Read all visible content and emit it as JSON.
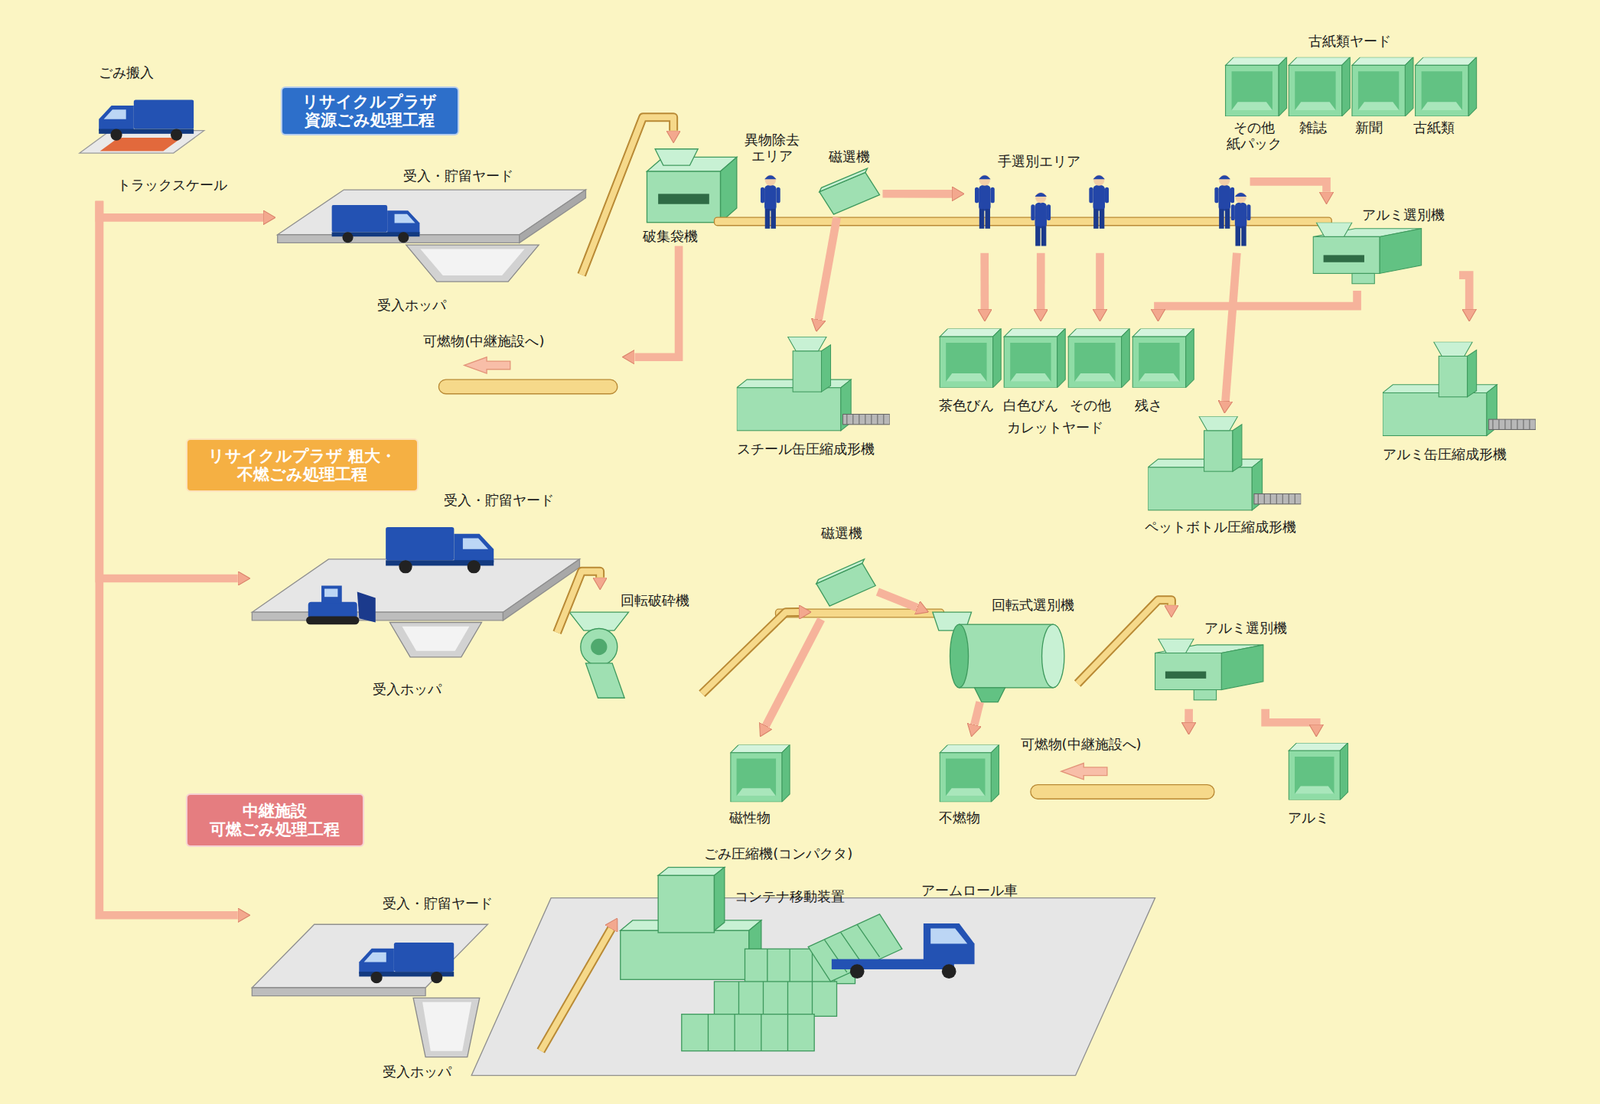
{
  "diagram": {
    "nodes": [
      {
        "text": [
          "ごみ搬入",
          "トラックスケール"
        ]
      },
      {
        "text": [
          "リサイクルプラザ 資源ごみ処理工程"
        ]
      },
      {
        "text": [
          "受入・貯留ヤード",
          "受入ホッパ"
        ]
      },
      {
        "text": [
          "破集袋機"
        ]
      },
      {
        "text": [
          "異物除去 エリア"
        ]
      },
      {
        "text": [
          "磁選機"
        ]
      },
      {
        "text": [
          "手選別エリア"
        ]
      },
      {
        "text": [
          "アルミ選別機"
        ]
      },
      {
        "text": [
          "古紙類ヤード",
          "その他 紙パック",
          "雑誌",
          "新聞",
          "古紙類"
        ]
      },
      {
        "text": [
          "可燃物(中継施設へ)"
        ]
      },
      {
        "text": [
          "スチール缶圧縮成形機"
        ]
      },
      {
        "text": [
          "茶色びん",
          "白色びん",
          "その他",
          "残さ",
          "カレットヤード"
        ]
      },
      {
        "text": [
          "ペットボトル圧縮成形機"
        ]
      },
      {
        "text": [
          "アルミ缶圧縮成形機"
        ]
      },
      {
        "text": [
          "リサイクルプラザ 粗大・不燃ごみ処理工程"
        ]
      },
      {
        "text": [
          "受入・貯留ヤード",
          "受入ホッパ"
        ]
      },
      {
        "text": [
          "回転破砕機"
        ]
      },
      {
        "text": [
          "磁選機"
        ]
      },
      {
        "text": [
          "回転式選別機"
        ]
      },
      {
        "text": [
          "アルミ選別機"
        ]
      },
      {
        "text": [
          "磁性物"
        ]
      },
      {
        "text": [
          "不燃物"
        ]
      },
      {
        "text": [
          "可燃物(中継施設へ)"
        ]
      },
      {
        "text": [
          "アルミ"
        ]
      },
      {
        "text": [
          "中継施設 可燃ごみ処理工程"
        ]
      },
      {
        "text": [
          "受入・貯留ヤード",
          "受入ホッパ"
        ]
      },
      {
        "text": [
          "ごみ圧縮機(コンパクタ)"
        ]
      },
      {
        "text": [
          "コンテナ移動装置"
        ]
      },
      {
        "text": [
          "アームロール車"
        ]
      }
    ],
    "edges": [
      {
        "from": 0,
        "to": 2,
        "arrow": "to"
      },
      {
        "from": 0,
        "to": 15,
        "arrow": "to"
      },
      {
        "from": 0,
        "to": 25,
        "arrow": "to"
      },
      {
        "from": 2,
        "to": 3,
        "arrow": "to"
      },
      {
        "from": 3,
        "to": 9,
        "arrow": "to"
      },
      {
        "from": 5,
        "to": 6,
        "arrow": "to"
      },
      {
        "from": 6,
        "to": 7,
        "arrow": "to"
      },
      {
        "from": 5,
        "to": 10,
        "arrow": "to"
      },
      {
        "from": 6,
        "to": 11,
        "arrow": "to"
      },
      {
        "from": 6,
        "to": 11,
        "arrow": "to"
      },
      {
        "from": 6,
        "to": 11,
        "arrow": "to"
      },
      {
        "from": 6,
        "to": 12,
        "arrow": "to"
      },
      {
        "from": 7,
        "to": 11,
        "arrow": "to"
      },
      {
        "from": 7,
        "to": 13,
        "arrow": "to"
      },
      {
        "from": 15,
        "to": 16,
        "arrow": "to"
      },
      {
        "from": 16,
        "to": 17,
        "arrow": "to"
      },
      {
        "from": 17,
        "to": 18,
        "arrow": "to"
      },
      {
        "from": 17,
        "to": 20,
        "arrow": "to"
      },
      {
        "from": 18,
        "to": 21,
        "arrow": "to"
      },
      {
        "from": 18,
        "to": 19,
        "arrow": "to"
      },
      {
        "from": 19,
        "to": 22,
        "arrow": "to"
      },
      {
        "from": 19,
        "to": 23,
        "arrow": "to"
      },
      {
        "from": 25,
        "to": 26,
        "arrow": "to"
      }
    ]
  }
}
